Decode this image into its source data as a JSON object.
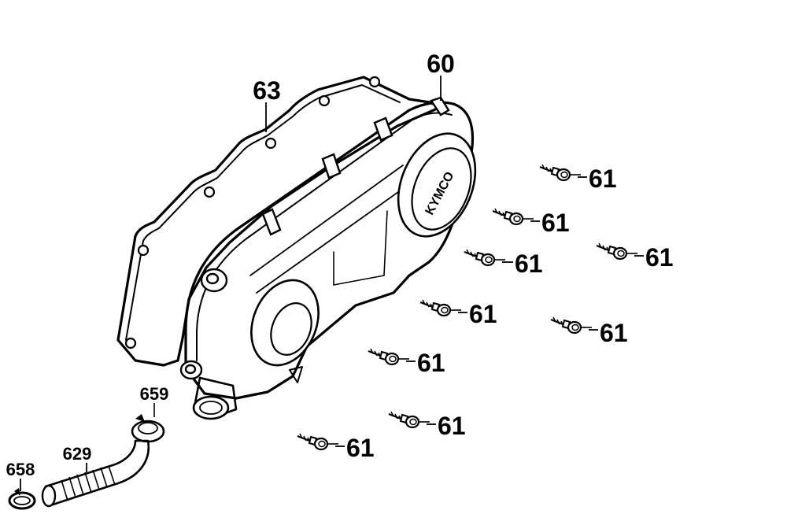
{
  "logo_text": "KYMCO",
  "colors": {
    "ink": "#000000",
    "paper": "#ffffff"
  },
  "callouts": {
    "c60": "60",
    "c63": "63",
    "c61": "61",
    "c659": "659",
    "c629": "629",
    "c658": "658"
  }
}
